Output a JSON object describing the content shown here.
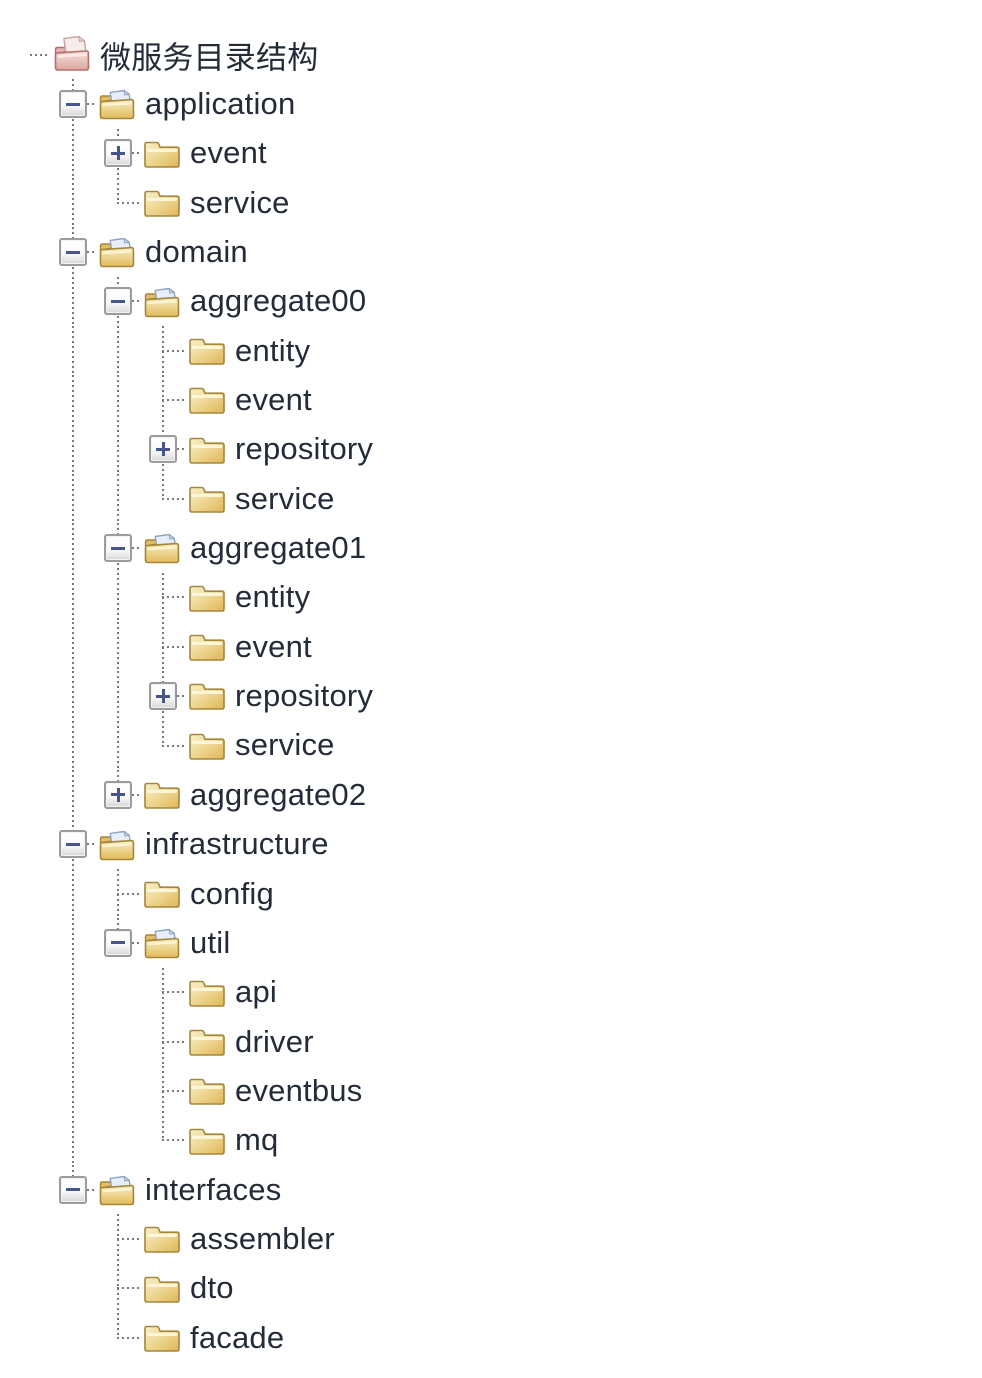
{
  "colors": {
    "background": "#ffffff",
    "text": "#242c39",
    "guide_line": "#7a7a7a",
    "expander_border": "#9b9b9b",
    "expander_sign": "#44568c",
    "folder_body": "#e7c46f",
    "folder_border": "#a5873c",
    "folder_stripe": "#fcf5d7",
    "page_blue": "#e8eef9",
    "page_blue_border": "#8ea3c0",
    "root_folder_body": "#eccac6",
    "root_folder_border": "#b0706c"
  },
  "tree": {
    "label": "微服务目录结构",
    "icon": "root-folder",
    "expander": "none",
    "children": [
      {
        "label": "application",
        "icon": "open-folder",
        "expander": "minus",
        "children": [
          {
            "label": "event",
            "icon": "closed-folder",
            "expander": "plus",
            "children": []
          },
          {
            "label": "service",
            "icon": "closed-folder",
            "expander": "none",
            "children": []
          }
        ]
      },
      {
        "label": "domain",
        "icon": "open-folder",
        "expander": "minus",
        "children": [
          {
            "label": "aggregate00",
            "icon": "open-folder",
            "expander": "minus",
            "children": [
              {
                "label": "entity",
                "icon": "closed-folder",
                "expander": "none",
                "children": []
              },
              {
                "label": "event",
                "icon": "closed-folder",
                "expander": "none",
                "children": []
              },
              {
                "label": "repository",
                "icon": "closed-folder",
                "expander": "plus",
                "children": []
              },
              {
                "label": "service",
                "icon": "closed-folder",
                "expander": "none",
                "children": []
              }
            ]
          },
          {
            "label": "aggregate01",
            "icon": "open-folder",
            "expander": "minus",
            "children": [
              {
                "label": "entity",
                "icon": "closed-folder",
                "expander": "none",
                "children": []
              },
              {
                "label": "event",
                "icon": "closed-folder",
                "expander": "none",
                "children": []
              },
              {
                "label": "repository",
                "icon": "closed-folder",
                "expander": "plus",
                "children": []
              },
              {
                "label": "service",
                "icon": "closed-folder",
                "expander": "none",
                "children": []
              }
            ]
          },
          {
            "label": "aggregate02",
            "icon": "closed-folder",
            "expander": "plus",
            "children": []
          }
        ]
      },
      {
        "label": "infrastructure",
        "icon": "open-folder",
        "expander": "minus",
        "children": [
          {
            "label": "config",
            "icon": "closed-folder",
            "expander": "none",
            "children": []
          },
          {
            "label": "util",
            "icon": "open-folder",
            "expander": "minus",
            "children": [
              {
                "label": "api",
                "icon": "closed-folder",
                "expander": "none",
                "children": []
              },
              {
                "label": "driver",
                "icon": "closed-folder",
                "expander": "none",
                "children": []
              },
              {
                "label": "eventbus",
                "icon": "closed-folder",
                "expander": "none",
                "children": []
              },
              {
                "label": "mq",
                "icon": "closed-folder",
                "expander": "none",
                "children": []
              }
            ]
          }
        ]
      },
      {
        "label": "interfaces",
        "icon": "open-folder",
        "expander": "minus",
        "children": [
          {
            "label": "assembler",
            "icon": "closed-folder",
            "expander": "none",
            "children": []
          },
          {
            "label": "dto",
            "icon": "closed-folder",
            "expander": "none",
            "children": []
          },
          {
            "label": "facade",
            "icon": "closed-folder",
            "expander": "none",
            "children": []
          }
        ]
      }
    ]
  }
}
